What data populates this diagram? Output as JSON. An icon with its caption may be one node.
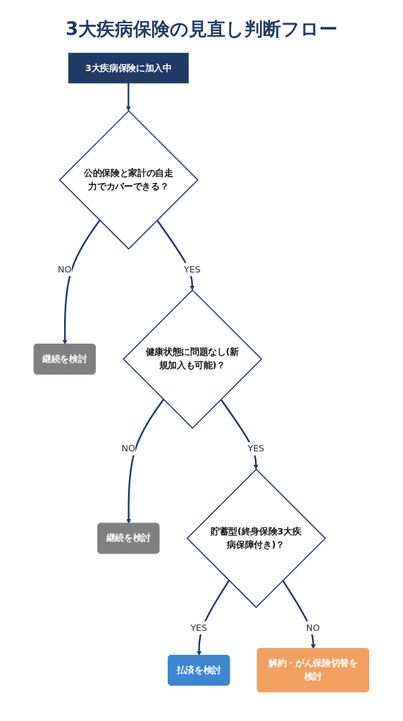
{
  "diagram": {
    "title": "3大疾病保険の見直し判断フロー",
    "nodes": [
      {
        "text": [
          "3大疾病保険に加入中"
        ]
      },
      {
        "text": [
          "公的保険と家計の自走力でカバーできる？"
        ]
      },
      {
        "text": [
          "継続を検討"
        ]
      },
      {
        "text": [
          "健康状態に問題なし(新規加入も可能)？"
        ]
      },
      {
        "text": [
          "継続を検討"
        ]
      },
      {
        "text": [
          "貯蓄型(終身保険3大疾病保障付き)？"
        ]
      },
      {
        "text": [
          "払済を検討"
        ]
      },
      {
        "text": [
          "解約・がん保険切替を検討"
        ]
      }
    ],
    "edges": [
      {
        "from": 0,
        "to": 1,
        "arrow": "to"
      },
      {
        "from": 1,
        "to": 2,
        "label": "NO",
        "arrow": "to"
      },
      {
        "from": 1,
        "to": 3,
        "label": "YES",
        "arrow": "to"
      },
      {
        "from": 3,
        "to": 4,
        "label": "NO",
        "arrow": "to"
      },
      {
        "from": 3,
        "to": 5,
        "label": "YES",
        "arrow": "to"
      },
      {
        "from": 5,
        "to": 6,
        "label": "YES",
        "arrow": "to"
      },
      {
        "from": 5,
        "to": 7,
        "label": "NO",
        "arrow": "to"
      }
    ]
  }
}
